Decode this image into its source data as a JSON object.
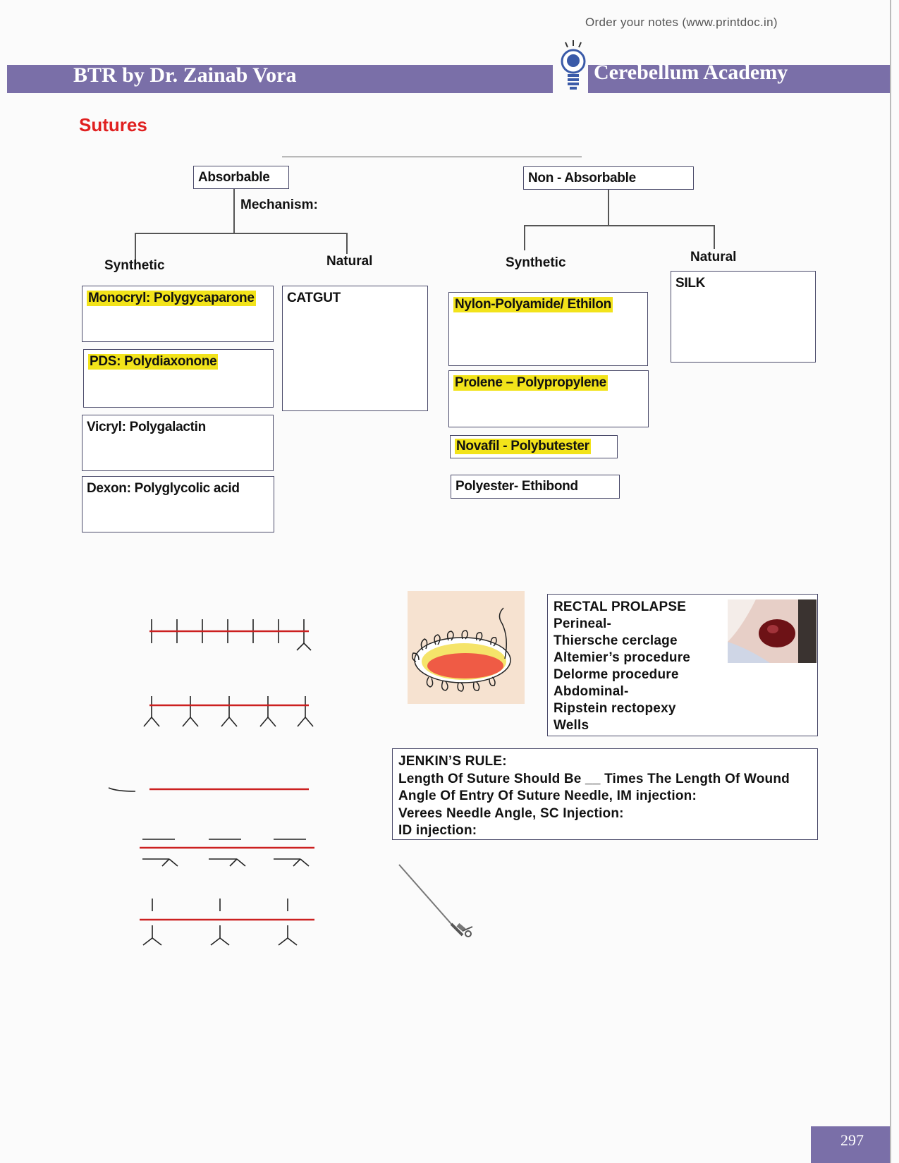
{
  "header": {
    "order_note": "Order your notes (www.printdoc.in)",
    "left_title": "BTR by Dr. Zainab Vora",
    "right_title": "Cerebellum Academy",
    "accent_color": "#7a6fa8"
  },
  "title": "Sutures",
  "tree": {
    "absorbable": "Absorbable",
    "mechanism": "Mechanism:",
    "non_absorbable": "Non - Absorbable",
    "abs_synthetic": "Synthetic",
    "abs_natural": "Natural",
    "nonabs_synthetic": "Synthetic",
    "nonabs_natural": "Natural",
    "abs_synthetic_items": [
      "Monocryl: Polygycaparone",
      "PDS: Polydiaxonone",
      "Vicryl: Polygalactin",
      "Dexon: Polyglycolic acid"
    ],
    "abs_natural_items": [
      "CATGUT"
    ],
    "nonabs_synthetic_items": [
      "Nylon-Polyamide/ Ethilon",
      "Prolene – Polypropylene",
      "Novafil - Polybutester",
      "Polyester- Ethibond"
    ],
    "nonabs_natural_items": [
      "SILK"
    ]
  },
  "rectal_prolapse": {
    "lines": [
      "RECTAL PROLAPSE",
      "Perineal-",
      "Thiersche cerclage",
      "Altemier’s procedure",
      "Delorme procedure",
      "Abdominal-",
      "Ripstein rectopexy",
      "Wells"
    ]
  },
  "jenkins_rule": {
    "lines": [
      "JENKIN’S RULE:",
      "Length Of Suture Should Be __ Times The Length Of Wound",
      "Angle Of Entry Of Suture Needle, IM injection:",
      "Verees Needle Angle, SC Injection:",
      "ID injection:"
    ]
  },
  "page_number": "297"
}
